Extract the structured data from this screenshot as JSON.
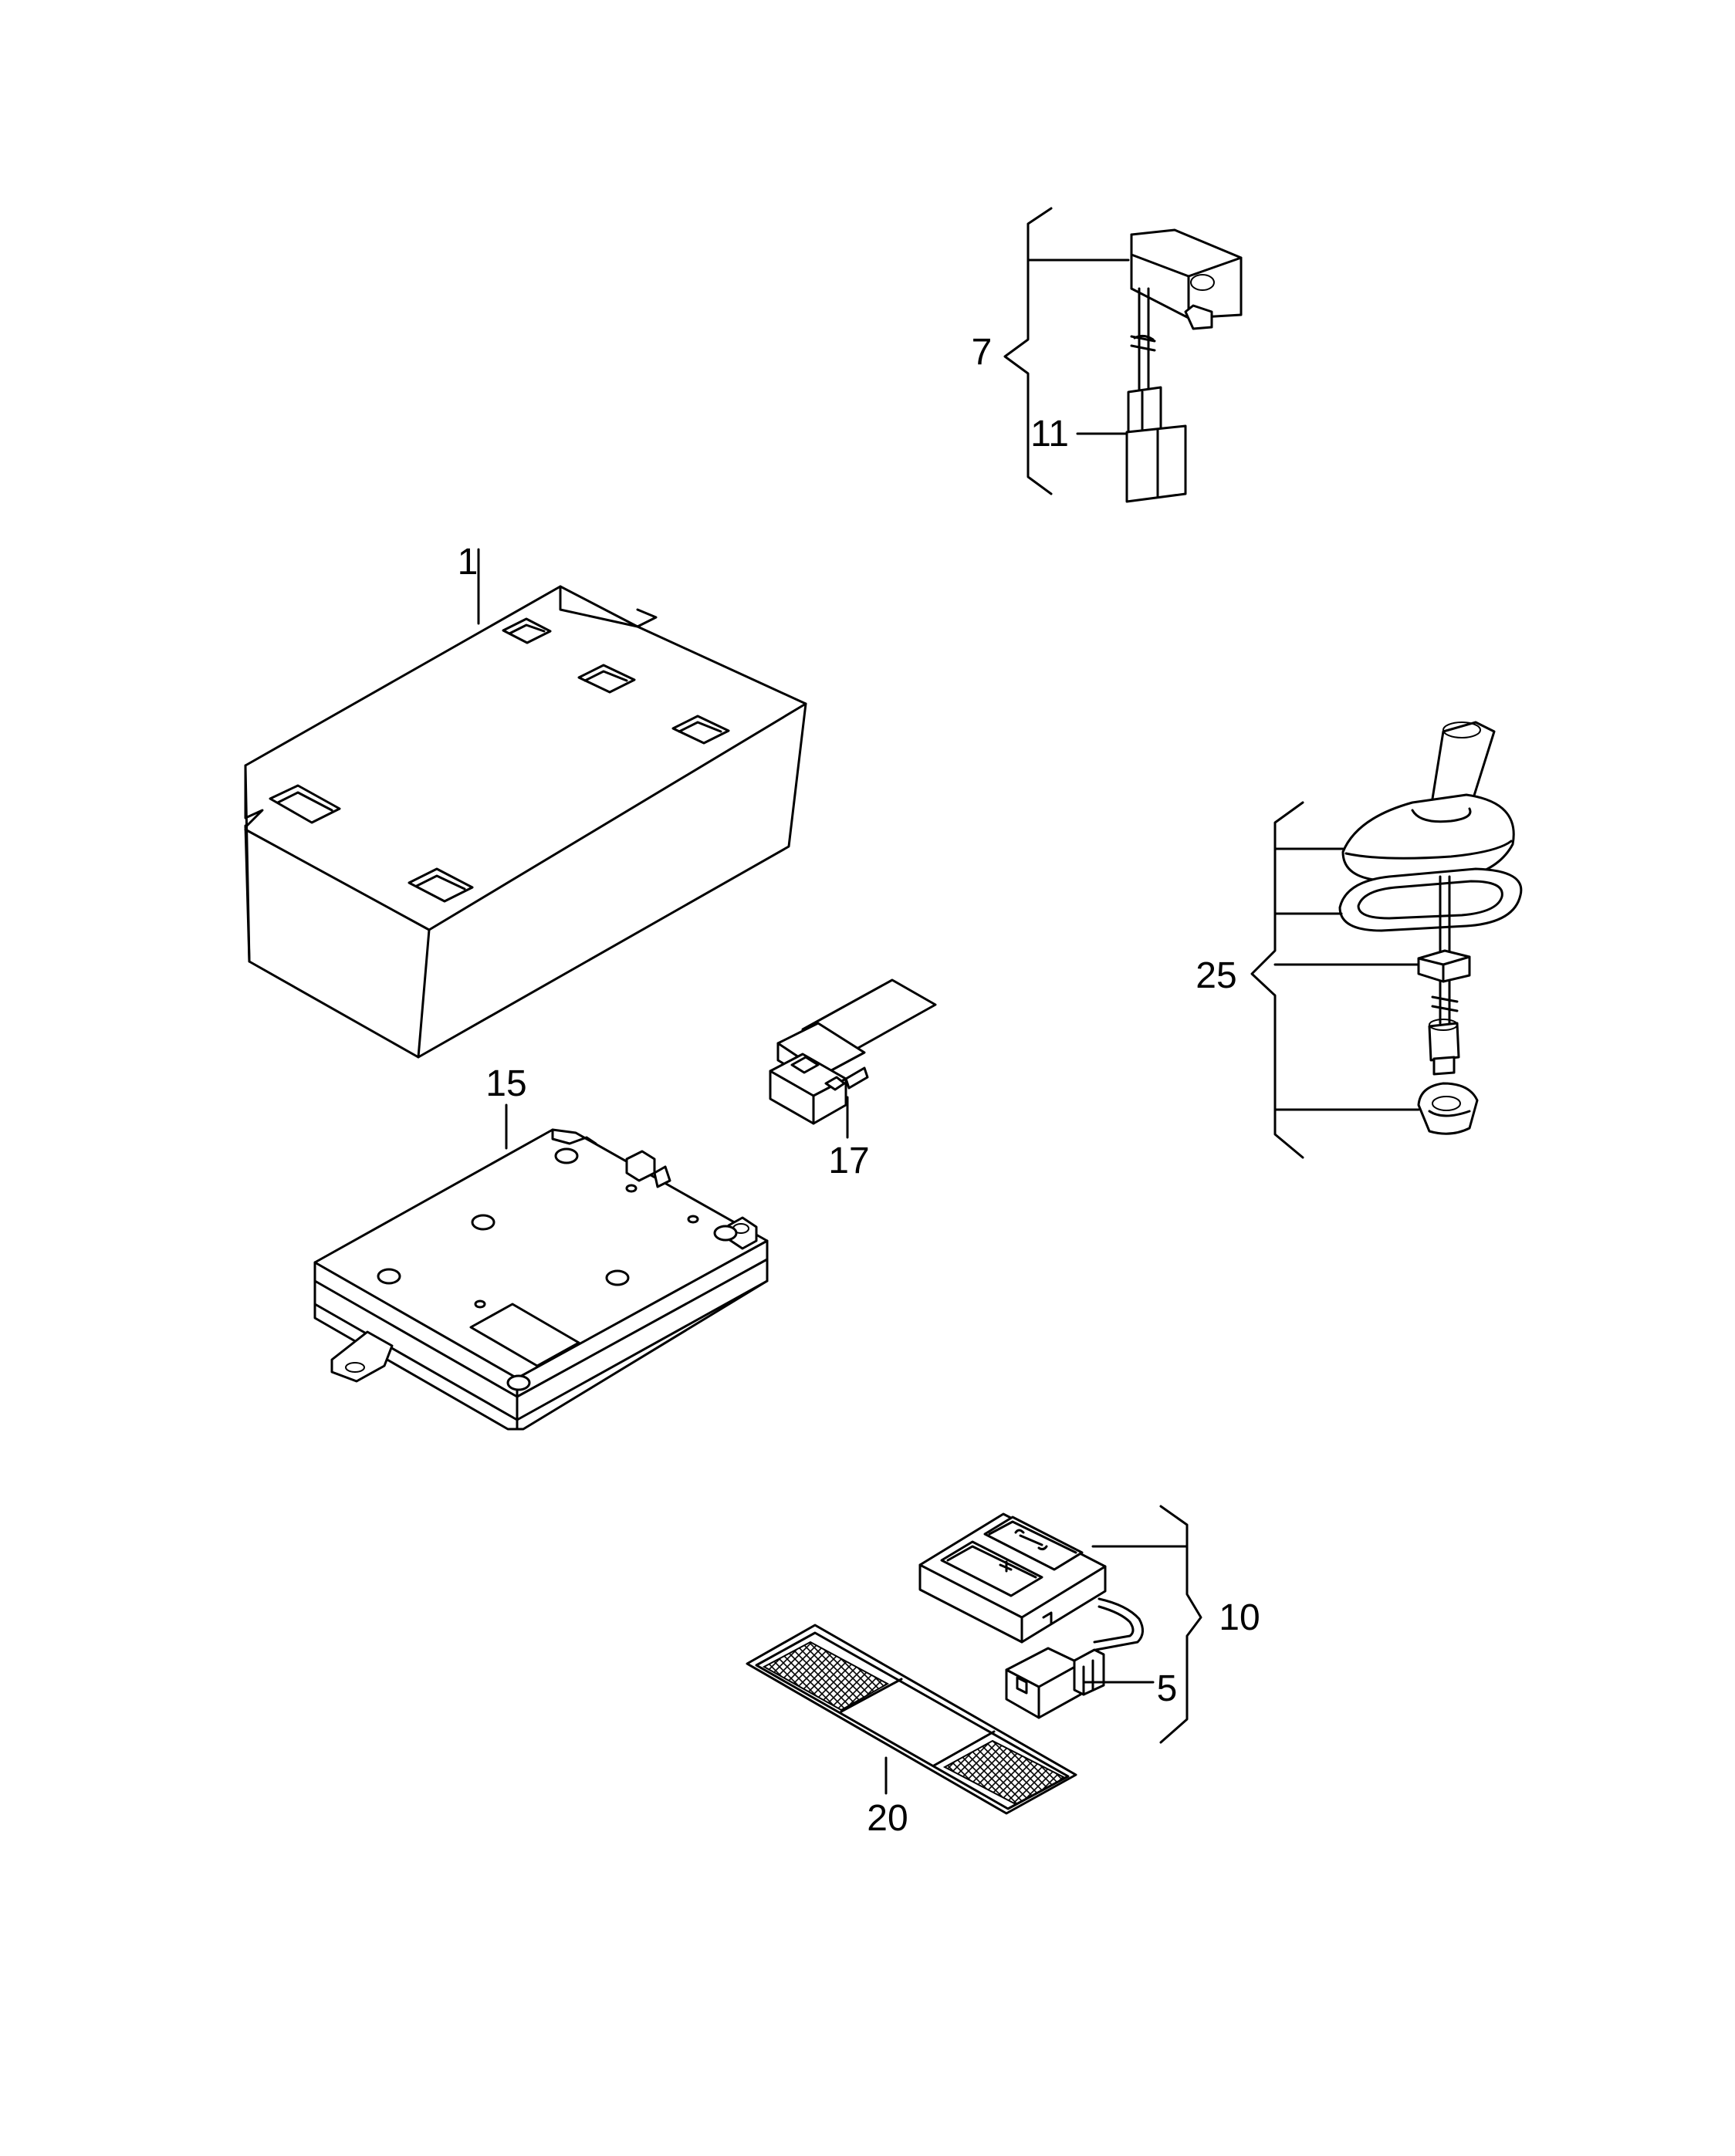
{
  "diagram": {
    "callouts": {
      "c1": "1",
      "c5": "5",
      "c7": "7",
      "c10": "10",
      "c11": "11",
      "c15": "15",
      "c17": "17",
      "c20": "20",
      "c25": "25"
    }
  },
  "colors": {
    "line": "#000000",
    "background": "#ffffff"
  }
}
